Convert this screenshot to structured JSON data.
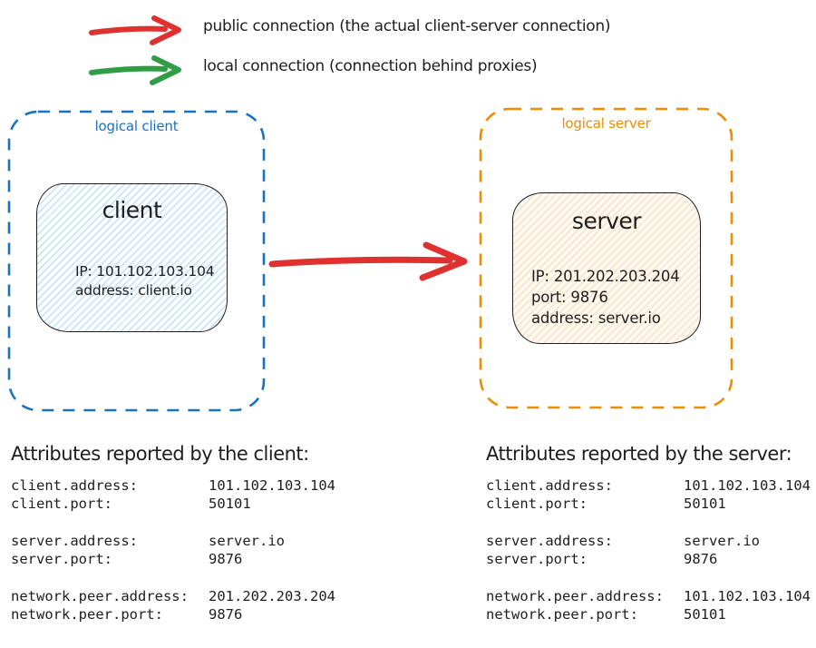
{
  "colors": {
    "public_connection": "#e03131",
    "local_connection": "#2f9e44",
    "logical_client": "#1971c2",
    "logical_server": "#f08c00",
    "node_border": "#1e1e1e",
    "text": "#1e1e1e",
    "client_fill_hatch": "#a5d8ff",
    "server_fill_hatch": "#f5c08a"
  },
  "legend": {
    "items": [
      {
        "arrow": "red-arrow",
        "label": "public connection (the actual client-server connection)"
      },
      {
        "arrow": "green-arrow",
        "label": "local connection (connection behind proxies)"
      }
    ]
  },
  "diagram": {
    "client_group": {
      "label": "logical client",
      "node": {
        "title": "client",
        "lines": {
          "0": "IP: 101.102.103.104",
          "1": "address: client.io"
        }
      }
    },
    "server_group": {
      "label": "logical server",
      "node": {
        "title": "server",
        "lines": {
          "0": "IP: 201.202.203.204",
          "1": "port: 9876",
          "2": "address: server.io"
        }
      }
    }
  },
  "attributes": {
    "client": {
      "title": "Attributes reported by the client:",
      "groups": [
        [
          {
            "key": "client.address:",
            "value": "101.102.103.104"
          },
          {
            "key": "client.port:",
            "value": "50101"
          }
        ],
        [
          {
            "key": "server.address:",
            "value": "server.io"
          },
          {
            "key": "server.port:",
            "value": "9876"
          }
        ],
        [
          {
            "key": "network.peer.address:",
            "value": "201.202.203.204"
          },
          {
            "key": "network.peer.port:",
            "value": "9876"
          }
        ]
      ]
    },
    "server": {
      "title": "Attributes reported by the server:",
      "groups": [
        [
          {
            "key": "client.address:",
            "value": "101.102.103.104"
          },
          {
            "key": "client.port:",
            "value": "50101"
          }
        ],
        [
          {
            "key": "server.address:",
            "value": "server.io"
          },
          {
            "key": "server.port:",
            "value": "9876"
          }
        ],
        [
          {
            "key": "network.peer.address:",
            "value": "101.102.103.104"
          },
          {
            "key": "network.peer.port:",
            "value": "50101"
          }
        ]
      ]
    }
  }
}
